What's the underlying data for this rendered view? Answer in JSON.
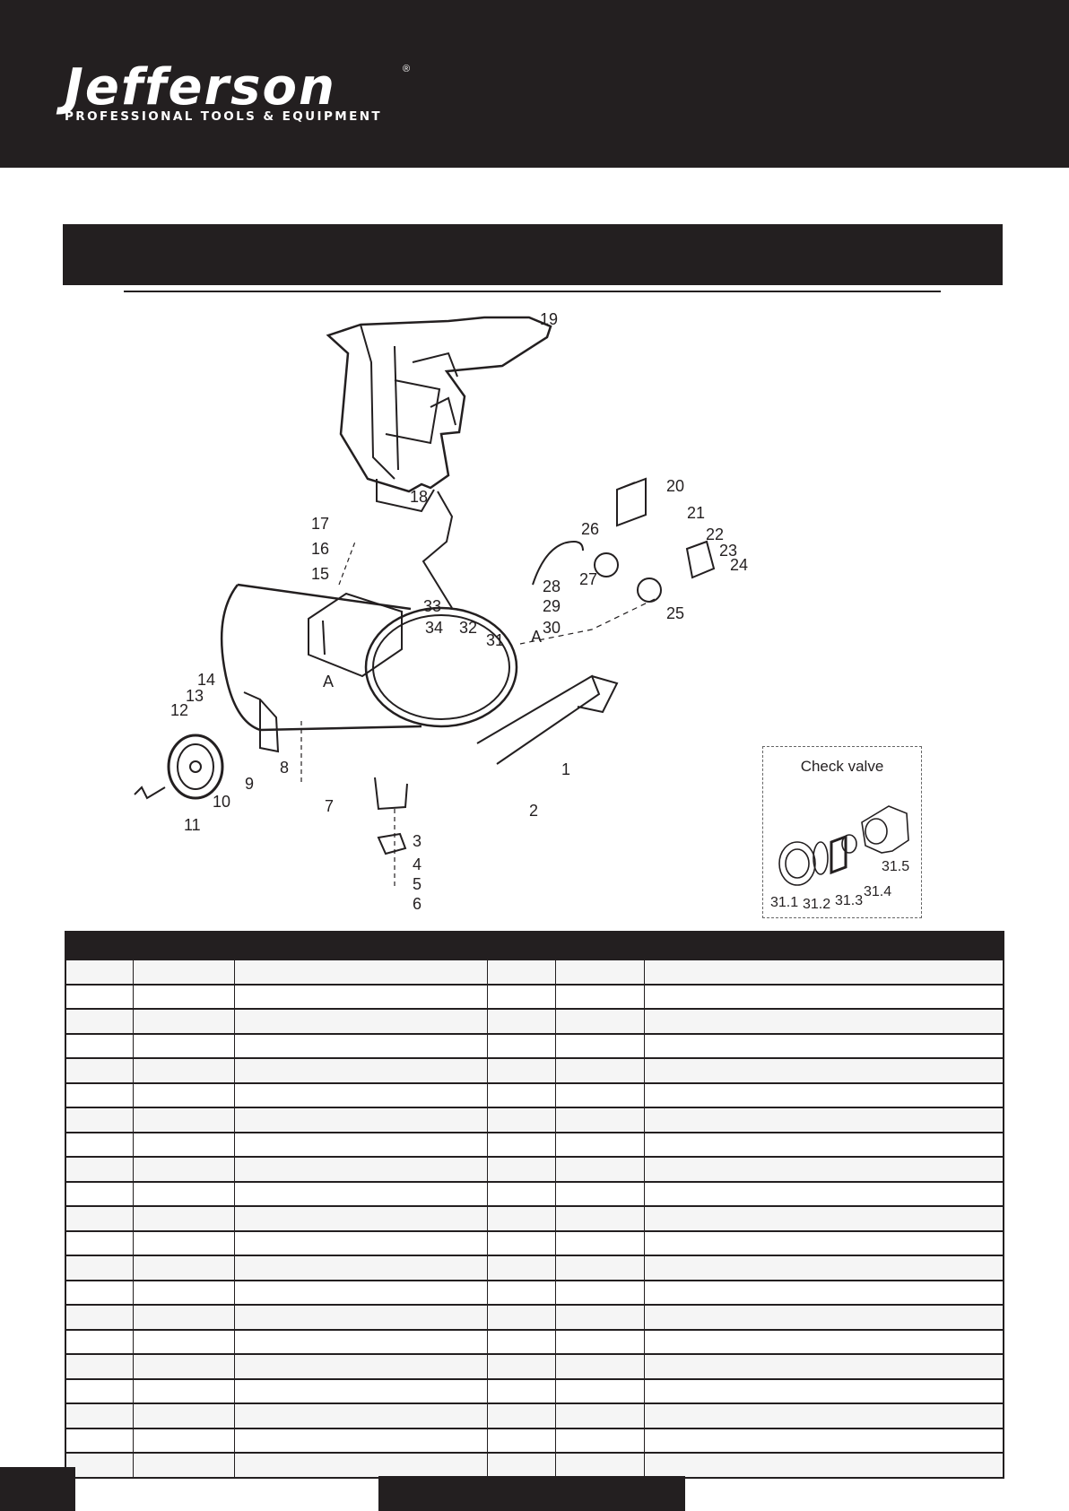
{
  "brand": {
    "name": "Jefferson",
    "registered": "®",
    "tagline": "PROFESSIONAL TOOLS & EQUIPMENT"
  },
  "diagram": {
    "labels": [
      "1",
      "2",
      "3",
      "4",
      "5",
      "6",
      "7",
      "8",
      "9",
      "10",
      "11",
      "12",
      "13",
      "14",
      "15",
      "16",
      "17",
      "18",
      "19",
      "20",
      "21",
      "22",
      "23",
      "24",
      "25",
      "26",
      "27",
      "28",
      "29",
      "30",
      "31",
      "32",
      "33",
      "34",
      "A",
      "A"
    ]
  },
  "check_valve": {
    "title": "Check valve",
    "labels": [
      "31.1",
      "31.2",
      "31.3",
      "31.4",
      "31.5"
    ]
  },
  "parts_table": {
    "row_count": 21
  }
}
